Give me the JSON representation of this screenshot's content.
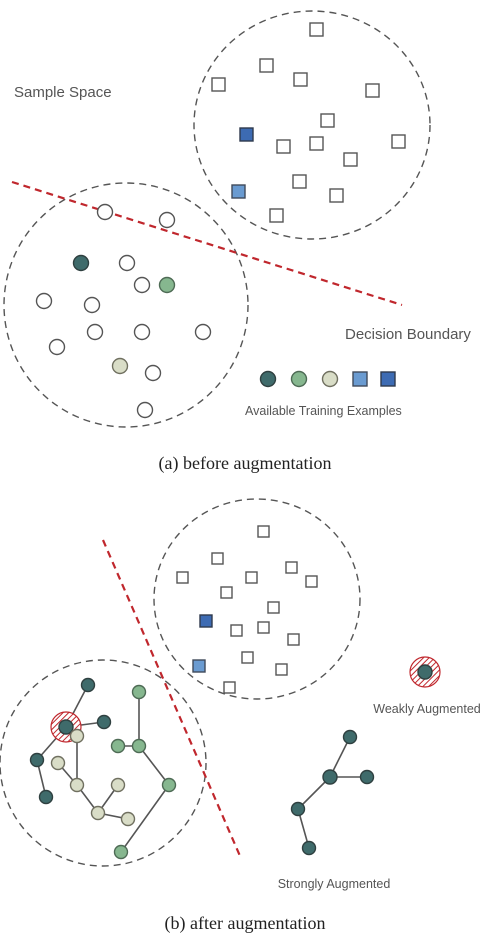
{
  "panel_a": {
    "sample_space_label": "Sample Space",
    "decision_boundary_label": "Decision Boundary",
    "legend_label": "Available Training Examples",
    "caption": "(a)  before augmentation"
  },
  "panel_b": {
    "weakly_label": "Weakly Augmented",
    "strongly_label": "Strongly Augmented",
    "caption": "(b)  after augmentation"
  },
  "colors": {
    "boundary": "#c0272d",
    "class_teal": "#3f6b6b",
    "class_green": "#86b78f",
    "class_beige": "#d9ddc7",
    "class_light_blue": "#6a9bd1",
    "class_dark_blue": "#3d6bb3",
    "weak_hatch": "#c0272d"
  }
}
